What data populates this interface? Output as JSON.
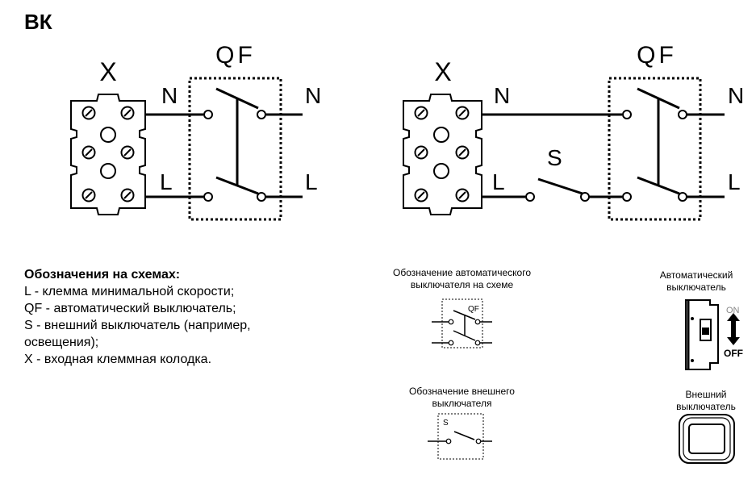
{
  "title": "ВК",
  "left_diagram": {
    "terminal_label": "X",
    "breaker_label": "QF",
    "n_in": "N",
    "l_in": "L",
    "n_out": "N",
    "l_out": "L"
  },
  "right_diagram": {
    "terminal_label": "X",
    "breaker_label": "QF",
    "n_in": "N",
    "l_in": "L",
    "switch_label": "S",
    "n_out": "N",
    "l_out": "L"
  },
  "legend": {
    "title": "Обозначения на схемах:",
    "items": [
      "L - клемма минимальной скорости;",
      "QF - автоматический выключатель;",
      "S - внешний выключатель (например,",
      "освещения);",
      "X - входная клеммная колодка."
    ]
  },
  "symbols": {
    "qf_caption_1": "Обозначение автоматического",
    "qf_caption_2": "выключателя на схеме",
    "qf_label": "QF",
    "s_caption_1": "Обозначение внешнего",
    "s_caption_2": "выключателя",
    "s_label": "S"
  },
  "devices": {
    "breaker_caption_1": "Автоматический",
    "breaker_caption_2": "выключатель",
    "on_label": "ON",
    "off_label": "OFF",
    "switch_caption_1": "Внешний",
    "switch_caption_2": "выключатель"
  }
}
